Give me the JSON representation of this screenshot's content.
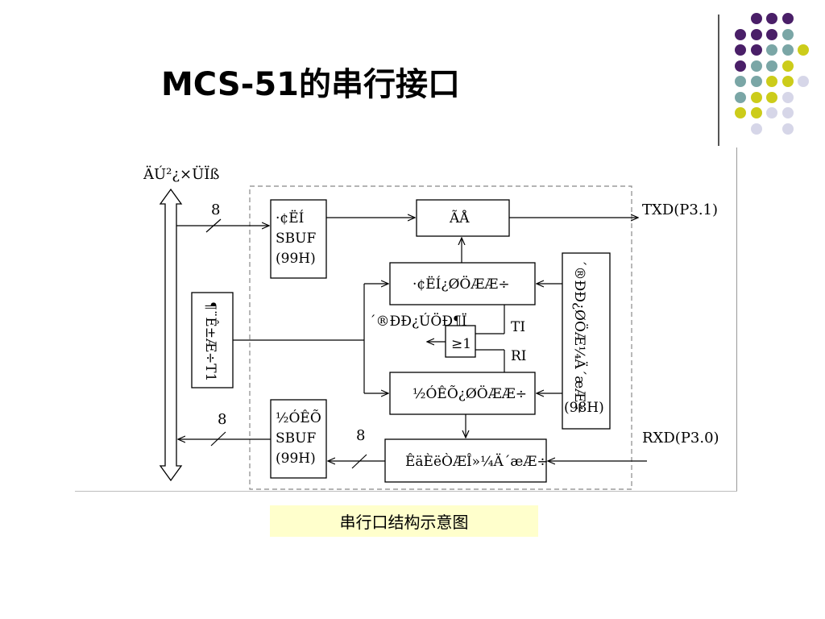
{
  "slide": {
    "title": "MCS-51的串行接口",
    "caption": "串行口结构示意图"
  },
  "colors": {
    "purple": "#4a1f68",
    "teal": "#7aa6a6",
    "yellow": "#cccc1a",
    "lavender": "#d6d6e8",
    "caption_bg": "#ffffcc",
    "dashed_border": "#888888"
  },
  "decoration": {
    "dot_rows": [
      [
        "",
        "purple",
        "purple",
        "purple",
        ""
      ],
      [
        "purple",
        "purple",
        "purple",
        "teal",
        ""
      ],
      [
        "purple",
        "purple",
        "teal",
        "teal",
        "yellow"
      ],
      [
        "purple",
        "teal",
        "teal",
        "yellow",
        ""
      ],
      [
        "teal",
        "teal",
        "yellow",
        "yellow",
        "lavender"
      ],
      [
        "teal",
        "yellow",
        "yellow",
        "lavender",
        ""
      ],
      [
        "yellow",
        "yellow",
        "lavender",
        "lavender",
        ""
      ],
      [
        "",
        "lavender",
        "",
        "lavender",
        ""
      ]
    ]
  },
  "diagram": {
    "bus_label": "ÄÚ²¿×ÜÏß",
    "bits_top": "8",
    "bits_bottom_left": "8",
    "bits_bottom_mid": "8",
    "send_sbuf": {
      "line1": "·¢ËÍ",
      "line2": "SBUF",
      "line3": "(99H)"
    },
    "gate": "ÃÅ",
    "send_ctrl": "·¢ËÍ¿ØÖÆÆ÷",
    "recv_ctrl": "½ÓÊÕ¿ØÖÆÆ÷",
    "timer": "¶¨Ê±Æ÷T1",
    "baud_gen": "´®ÐÐ¿ÚÖÐ¶Ï",
    "or_gate": "≥1",
    "ti": "TI",
    "ri": "RI",
    "scon": "´®ÐÐ¿ØÖÆ¼Ä´æÆ÷",
    "scon_addr": "(98H)",
    "recv_sbuf": {
      "line1": "½ÓÊÕ",
      "line2": "SBUF",
      "line3": "(99H)"
    },
    "shift_reg": "ÊäÈëÒÆÎ»¼Ä´æÆ÷",
    "txd": "TXD(P3.1)",
    "rxd": "RXD(P3.0)"
  }
}
